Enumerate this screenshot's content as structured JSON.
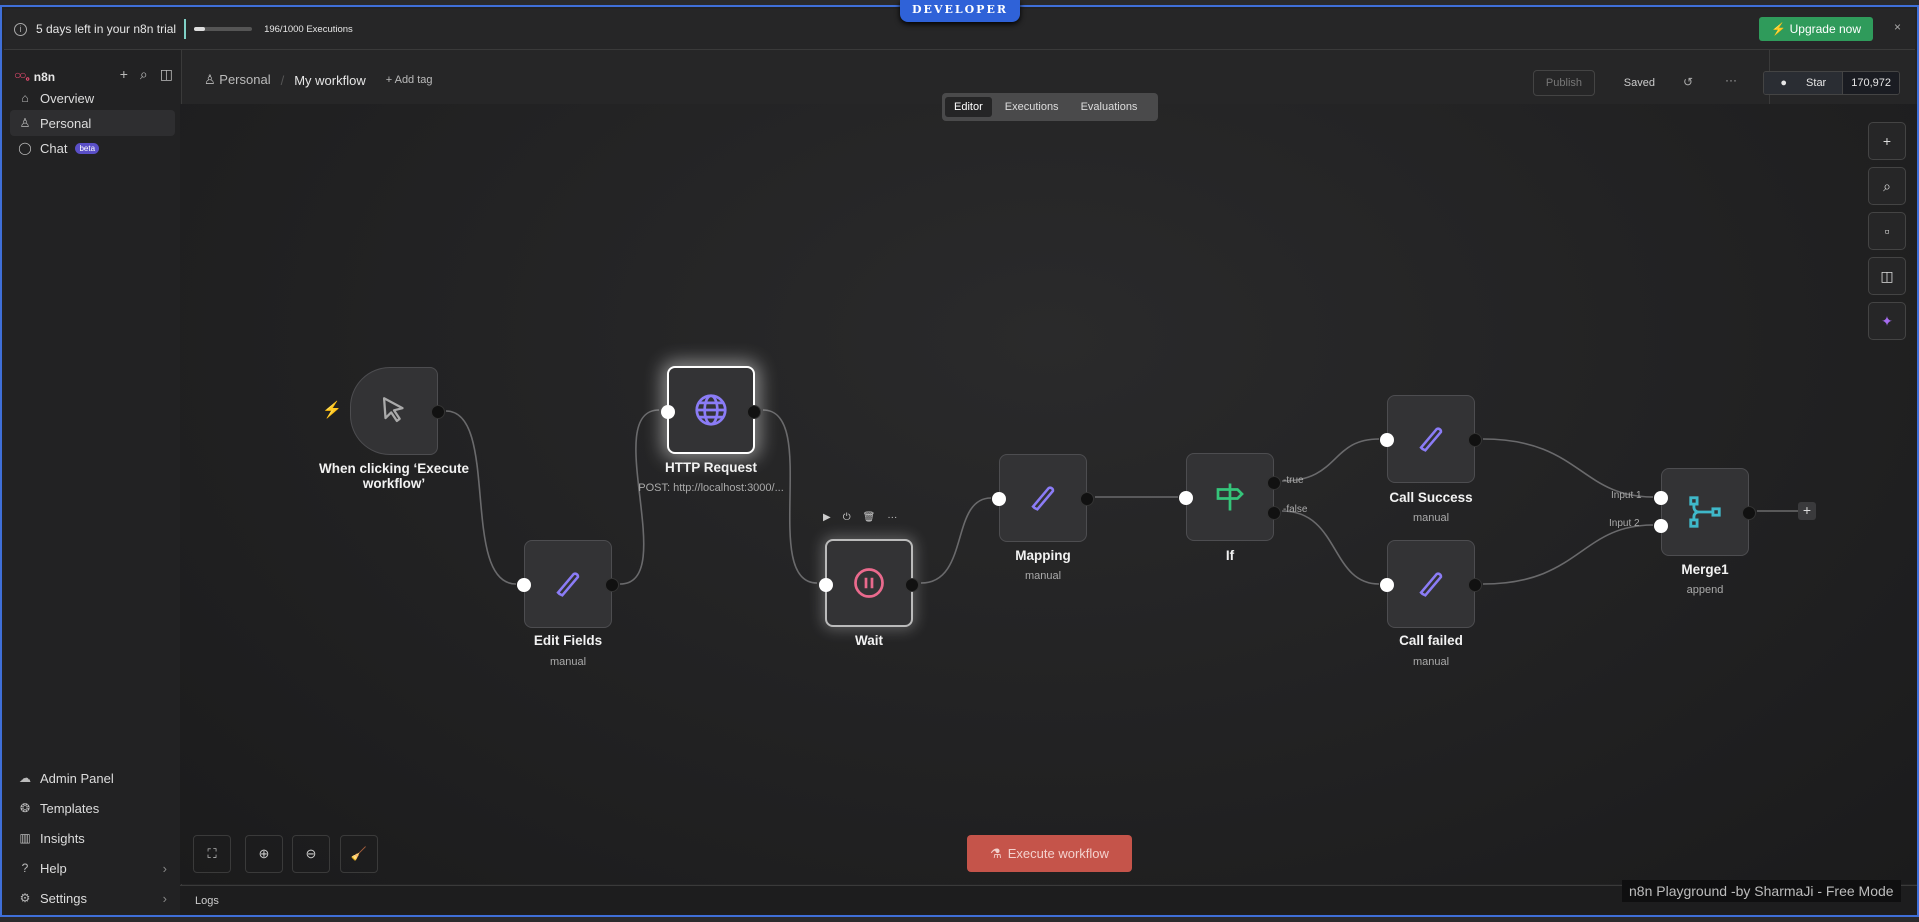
{
  "banner": {
    "trial": "5 days left in your n8n trial",
    "executions": "196/1000 Executions",
    "execution_fraction": 0.196,
    "upgrade": "Upgrade now",
    "close": "×",
    "env_badge": "DEVELOPER"
  },
  "sidebar": {
    "brand": "n8n",
    "items": [
      {
        "label": "Overview",
        "icon": "home-icon"
      },
      {
        "label": "Personal",
        "icon": "user-icon"
      },
      {
        "label": "Chat",
        "icon": "chat-icon",
        "badge": "beta"
      }
    ],
    "bottom_items": [
      {
        "label": "Admin Panel",
        "icon": "cloud-icon"
      },
      {
        "label": "Templates",
        "icon": "templates-icon"
      },
      {
        "label": "Insights",
        "icon": "chart-icon"
      },
      {
        "label": "Help",
        "icon": "help-icon"
      },
      {
        "label": "Settings",
        "icon": "gear-icon"
      }
    ]
  },
  "header": {
    "project": "Personal",
    "workflow": "My workflow",
    "add_tag": "+ Add tag",
    "publish": "Publish",
    "saved": "Saved",
    "star": "Star",
    "star_count": "170,972"
  },
  "tabs": [
    "Editor",
    "Executions",
    "Evaluations"
  ],
  "nodes": [
    {
      "name": "When clicking ‘Execute workflow’",
      "sub": "",
      "icon": "cursor-icon"
    },
    {
      "name": "Edit Fields",
      "sub": "manual",
      "icon": "pencil-icon"
    },
    {
      "name": "HTTP Request",
      "sub": "POST: http://localhost:3000/...",
      "icon": "globe-icon"
    },
    {
      "name": "Wait",
      "sub": "",
      "icon": "pause-icon"
    },
    {
      "name": "Mapping",
      "sub": "manual",
      "icon": "pencil-icon"
    },
    {
      "name": "If",
      "sub": "",
      "icon": "signpost-icon",
      "outputs": [
        "true",
        "false"
      ]
    },
    {
      "name": "Call Success",
      "sub": "manual",
      "icon": "pencil-icon"
    },
    {
      "name": "Call failed",
      "sub": "manual",
      "icon": "pencil-icon"
    },
    {
      "name": "Merge1",
      "sub": "append",
      "icon": "merge-icon",
      "inputs": [
        "Input 1",
        "Input 2"
      ]
    }
  ],
  "execute_button": "Execute workflow",
  "logs": "Logs",
  "watermark": "n8n Playground -by SharmaJi - Free Mode",
  "colors": {
    "accent": "#ea4b71",
    "upgrade": "#2f9b5b",
    "execute": "#c5544a",
    "pencil": "#8b7cf6",
    "if": "#35c47a",
    "merge": "#3fb8c9",
    "wait": "#ea6a8d"
  }
}
